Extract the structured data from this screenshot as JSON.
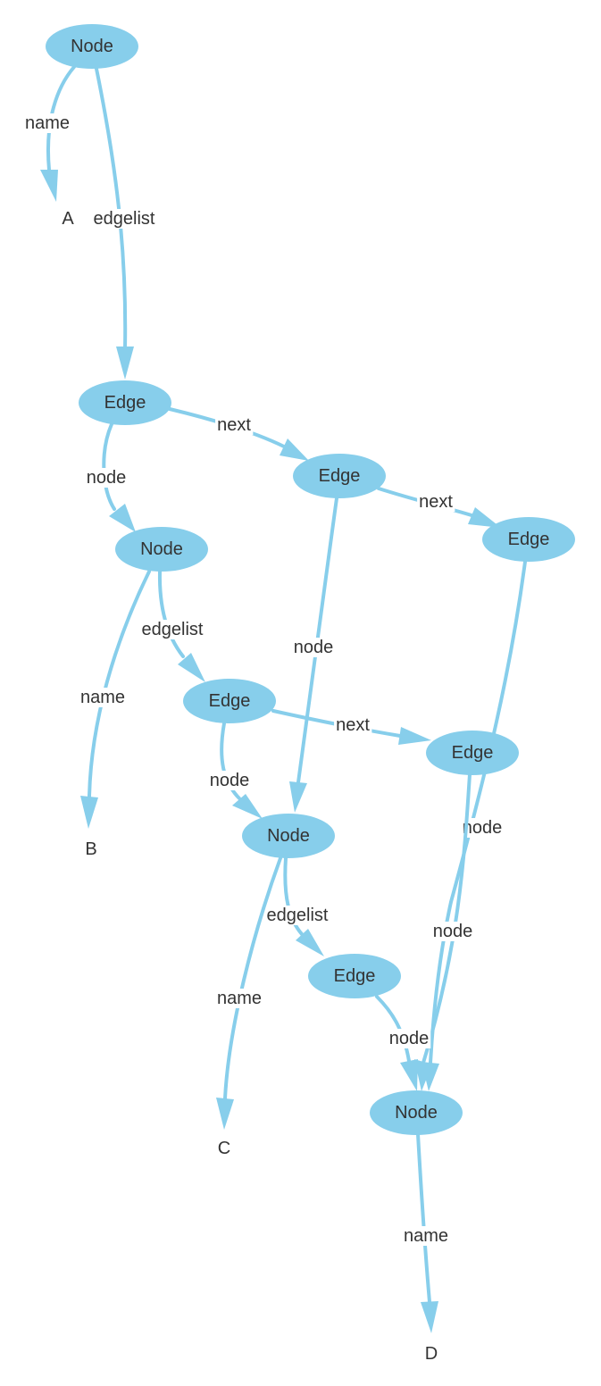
{
  "colors": {
    "node_fill": "#87CEEB",
    "edge": "#87CEEB",
    "text": "#333333"
  },
  "nodes": [
    {
      "id": "n1",
      "label": "Node",
      "shape": "ellipse"
    },
    {
      "id": "a",
      "label": "A",
      "shape": "text"
    },
    {
      "id": "e1",
      "label": "Edge",
      "shape": "ellipse"
    },
    {
      "id": "n2",
      "label": "Node",
      "shape": "ellipse"
    },
    {
      "id": "e2",
      "label": "Edge",
      "shape": "ellipse"
    },
    {
      "id": "e3",
      "label": "Edge",
      "shape": "ellipse"
    },
    {
      "id": "b",
      "label": "B",
      "shape": "text"
    },
    {
      "id": "e4",
      "label": "Edge",
      "shape": "ellipse"
    },
    {
      "id": "e5",
      "label": "Edge",
      "shape": "ellipse"
    },
    {
      "id": "n3",
      "label": "Node",
      "shape": "ellipse"
    },
    {
      "id": "e6",
      "label": "Edge",
      "shape": "ellipse"
    },
    {
      "id": "c",
      "label": "C",
      "shape": "text"
    },
    {
      "id": "n4",
      "label": "Node",
      "shape": "ellipse"
    },
    {
      "id": "d",
      "label": "D",
      "shape": "text"
    }
  ],
  "edges": [
    {
      "id": "r1",
      "from": "n1",
      "to": "a",
      "label": "name"
    },
    {
      "id": "r2",
      "from": "n1",
      "to": "e1",
      "label": "edgelist"
    },
    {
      "id": "r3",
      "from": "e1",
      "to": "n2",
      "label": "node"
    },
    {
      "id": "r4",
      "from": "e1",
      "to": "e2",
      "label": "next"
    },
    {
      "id": "r5",
      "from": "e2",
      "to": "e3",
      "label": "next"
    },
    {
      "id": "r6",
      "from": "e2",
      "to": "n3",
      "label": "node"
    },
    {
      "id": "r7",
      "from": "n2",
      "to": "b",
      "label": "name"
    },
    {
      "id": "r8",
      "from": "n2",
      "to": "e4",
      "label": "edgelist"
    },
    {
      "id": "r9",
      "from": "e4",
      "to": "e5",
      "label": "next"
    },
    {
      "id": "r10",
      "from": "e4",
      "to": "n3",
      "label": "node"
    },
    {
      "id": "r11",
      "from": "e3",
      "to": "n4",
      "label": "node"
    },
    {
      "id": "r12",
      "from": "e5",
      "to": "n4",
      "label": "node"
    },
    {
      "id": "r13",
      "from": "n3",
      "to": "e6",
      "label": "edgelist"
    },
    {
      "id": "r14",
      "from": "n3",
      "to": "c",
      "label": "name"
    },
    {
      "id": "r15",
      "from": "e6",
      "to": "n4",
      "label": "node"
    },
    {
      "id": "r16",
      "from": "n4",
      "to": "d",
      "label": "name"
    }
  ]
}
